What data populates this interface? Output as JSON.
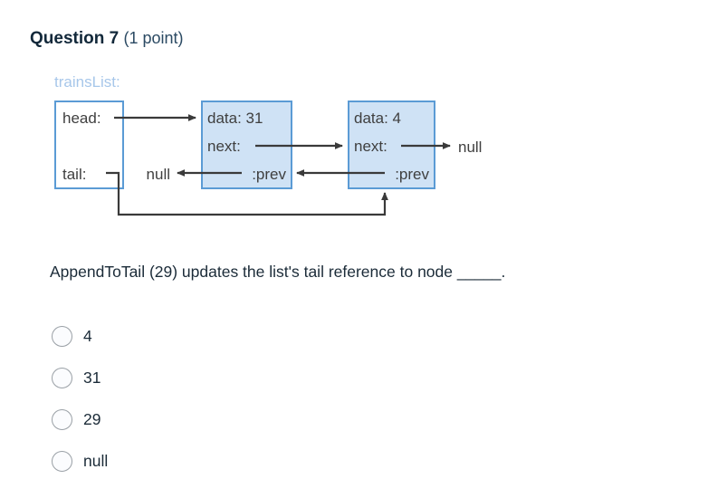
{
  "header": {
    "question_label": "Question 7",
    "points": "(1 point)"
  },
  "diagram": {
    "list_label": "trainsList:",
    "list_label_color": "#a7c7ea",
    "node_fill": "#cfe2f5",
    "node_border": "#5b9bd5",
    "container_border": "#5b9bd5",
    "container_fill": "#ffffff",
    "line_color": "#3a3a3a",
    "text_color": "#3f3f3f",
    "list_box": {
      "head_label": "head:",
      "tail_label": "tail:"
    },
    "null_left_label": "null",
    "null_right_label": "null",
    "nodes": [
      {
        "data_label": "data: 31",
        "next_label": "next:",
        "prev_label": ":prev"
      },
      {
        "data_label": "data: 4",
        "next_label": "next:",
        "prev_label": ":prev"
      }
    ]
  },
  "prompt": {
    "text": "AppendToTail (29) updates the list's tail reference to node _____."
  },
  "answers": {
    "options": [
      {
        "label": "4",
        "selected": false
      },
      {
        "label": "31",
        "selected": false
      },
      {
        "label": "29",
        "selected": false
      },
      {
        "label": "null",
        "selected": false
      }
    ]
  }
}
